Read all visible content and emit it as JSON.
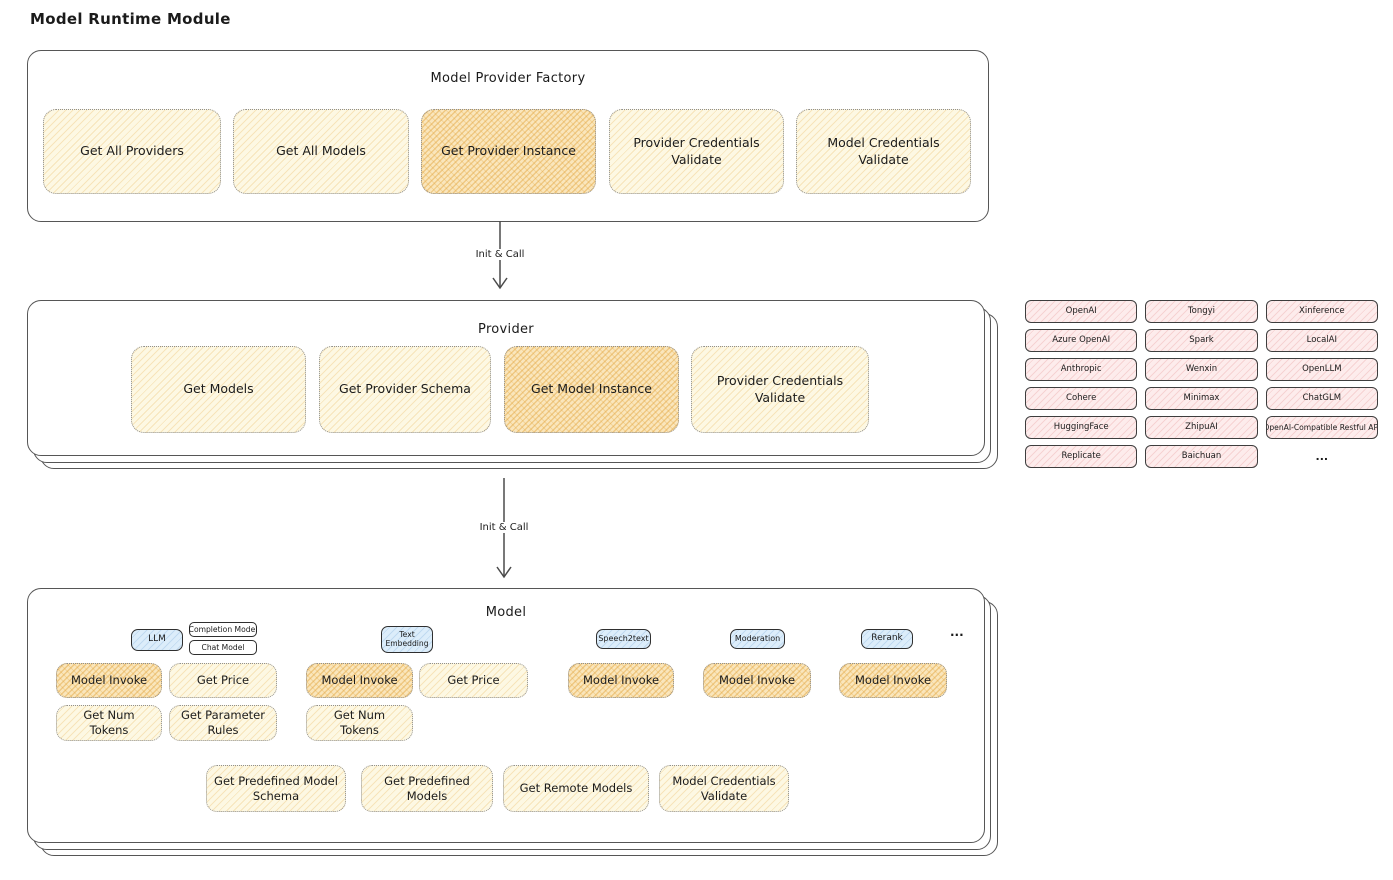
{
  "title": "Model Runtime Module",
  "factory": {
    "title": "Model Provider Factory",
    "boxes": [
      {
        "label": "Get All Providers",
        "highlight": false
      },
      {
        "label": "Get All Models",
        "highlight": false
      },
      {
        "label": "Get Provider Instance",
        "highlight": true
      },
      {
        "label": "Provider Credentials Validate",
        "highlight": false
      },
      {
        "label": "Model Credentials Validate",
        "highlight": false
      }
    ]
  },
  "arrow1": {
    "label": "Init & Call"
  },
  "arrow2": {
    "label": "Init & Call"
  },
  "provider": {
    "title": "Provider",
    "boxes": [
      {
        "label": "Get Models",
        "highlight": false
      },
      {
        "label": "Get Provider Schema",
        "highlight": false
      },
      {
        "label": "Get Model Instance",
        "highlight": true
      },
      {
        "label": "Provider Credentials Validate",
        "highlight": false
      }
    ]
  },
  "providers_panel": {
    "items": [
      "OpenAI",
      "Tongyi",
      "Xinference",
      "Azure OpenAI",
      "Spark",
      "LocalAI",
      "Anthropic",
      "Wenxin",
      "OpenLLM",
      "Cohere",
      "Minimax",
      "ChatGLM",
      "HuggingFace",
      "ZhipuAI",
      "OpenAI-Compatible Restful API",
      "Replicate",
      "Baichuan"
    ],
    "more": "..."
  },
  "model": {
    "title": "Model",
    "tags": {
      "llm": "LLM",
      "completion": "Completion Model",
      "chat": "Chat Model",
      "text_embedding": "Text Embedding",
      "speech2text": "Speech2text",
      "moderation": "Moderation",
      "rerank": "Rerank",
      "more": "..."
    },
    "ops": {
      "model_invoke": "Model Invoke",
      "get_price": "Get Price",
      "get_num_tokens": "Get Num Tokens",
      "get_parameter_rules": "Get Parameter Rules"
    },
    "bottom": [
      "Get Predefined Model Schema",
      "Get Predefined Models",
      "Get Remote Models",
      "Model Credentials Validate"
    ]
  },
  "colors": {
    "node_fill": "#fdf8e3",
    "node_highlight_fill": "#fae6bc",
    "provider_tag_fill": "#fdecec",
    "capability_tag_fill": "#dcedfa",
    "card_border": "#565656"
  }
}
